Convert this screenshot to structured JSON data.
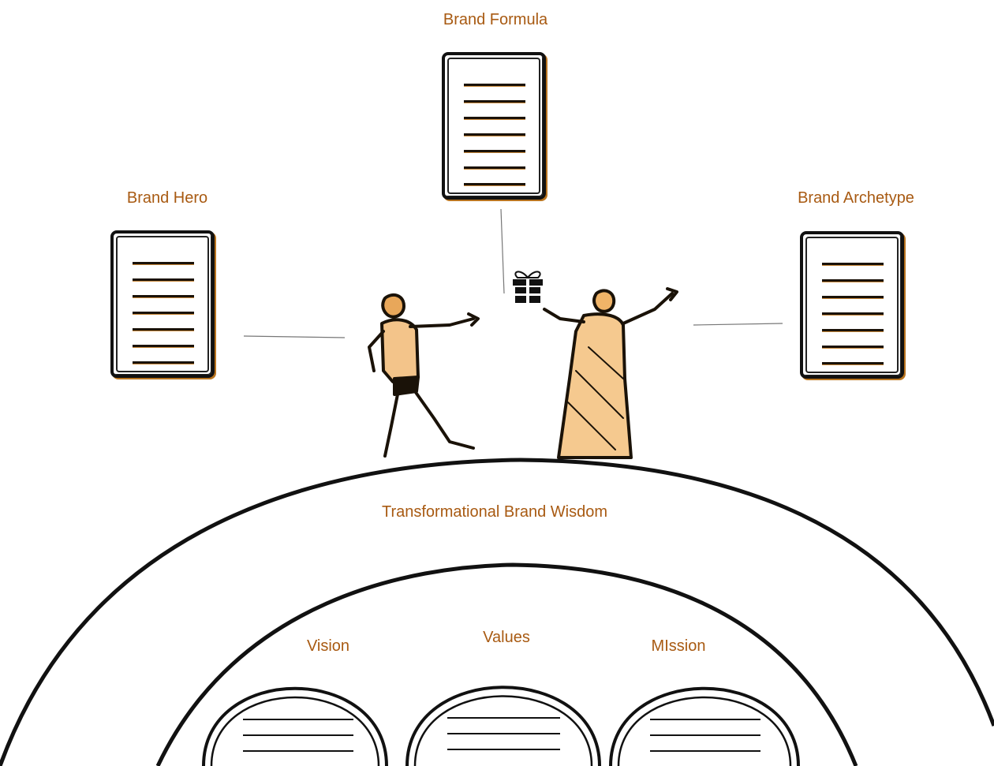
{
  "nodes": {
    "formula": {
      "label": "Brand Formula"
    },
    "hero": {
      "label": "Brand Hero"
    },
    "archetype": {
      "label": "Brand Archetype"
    },
    "wisdom": {
      "label": "Transformational Brand Wisdom"
    },
    "vision": {
      "label": "Vision"
    },
    "values": {
      "label": "Values"
    },
    "mission": {
      "label": "MIssion"
    }
  },
  "colors": {
    "label": "#a85a12",
    "ink": "#111111",
    "accent": "#c98a3a"
  },
  "icons": [
    "document-icon",
    "gift-icon",
    "hero-figure",
    "mentor-figure"
  ]
}
